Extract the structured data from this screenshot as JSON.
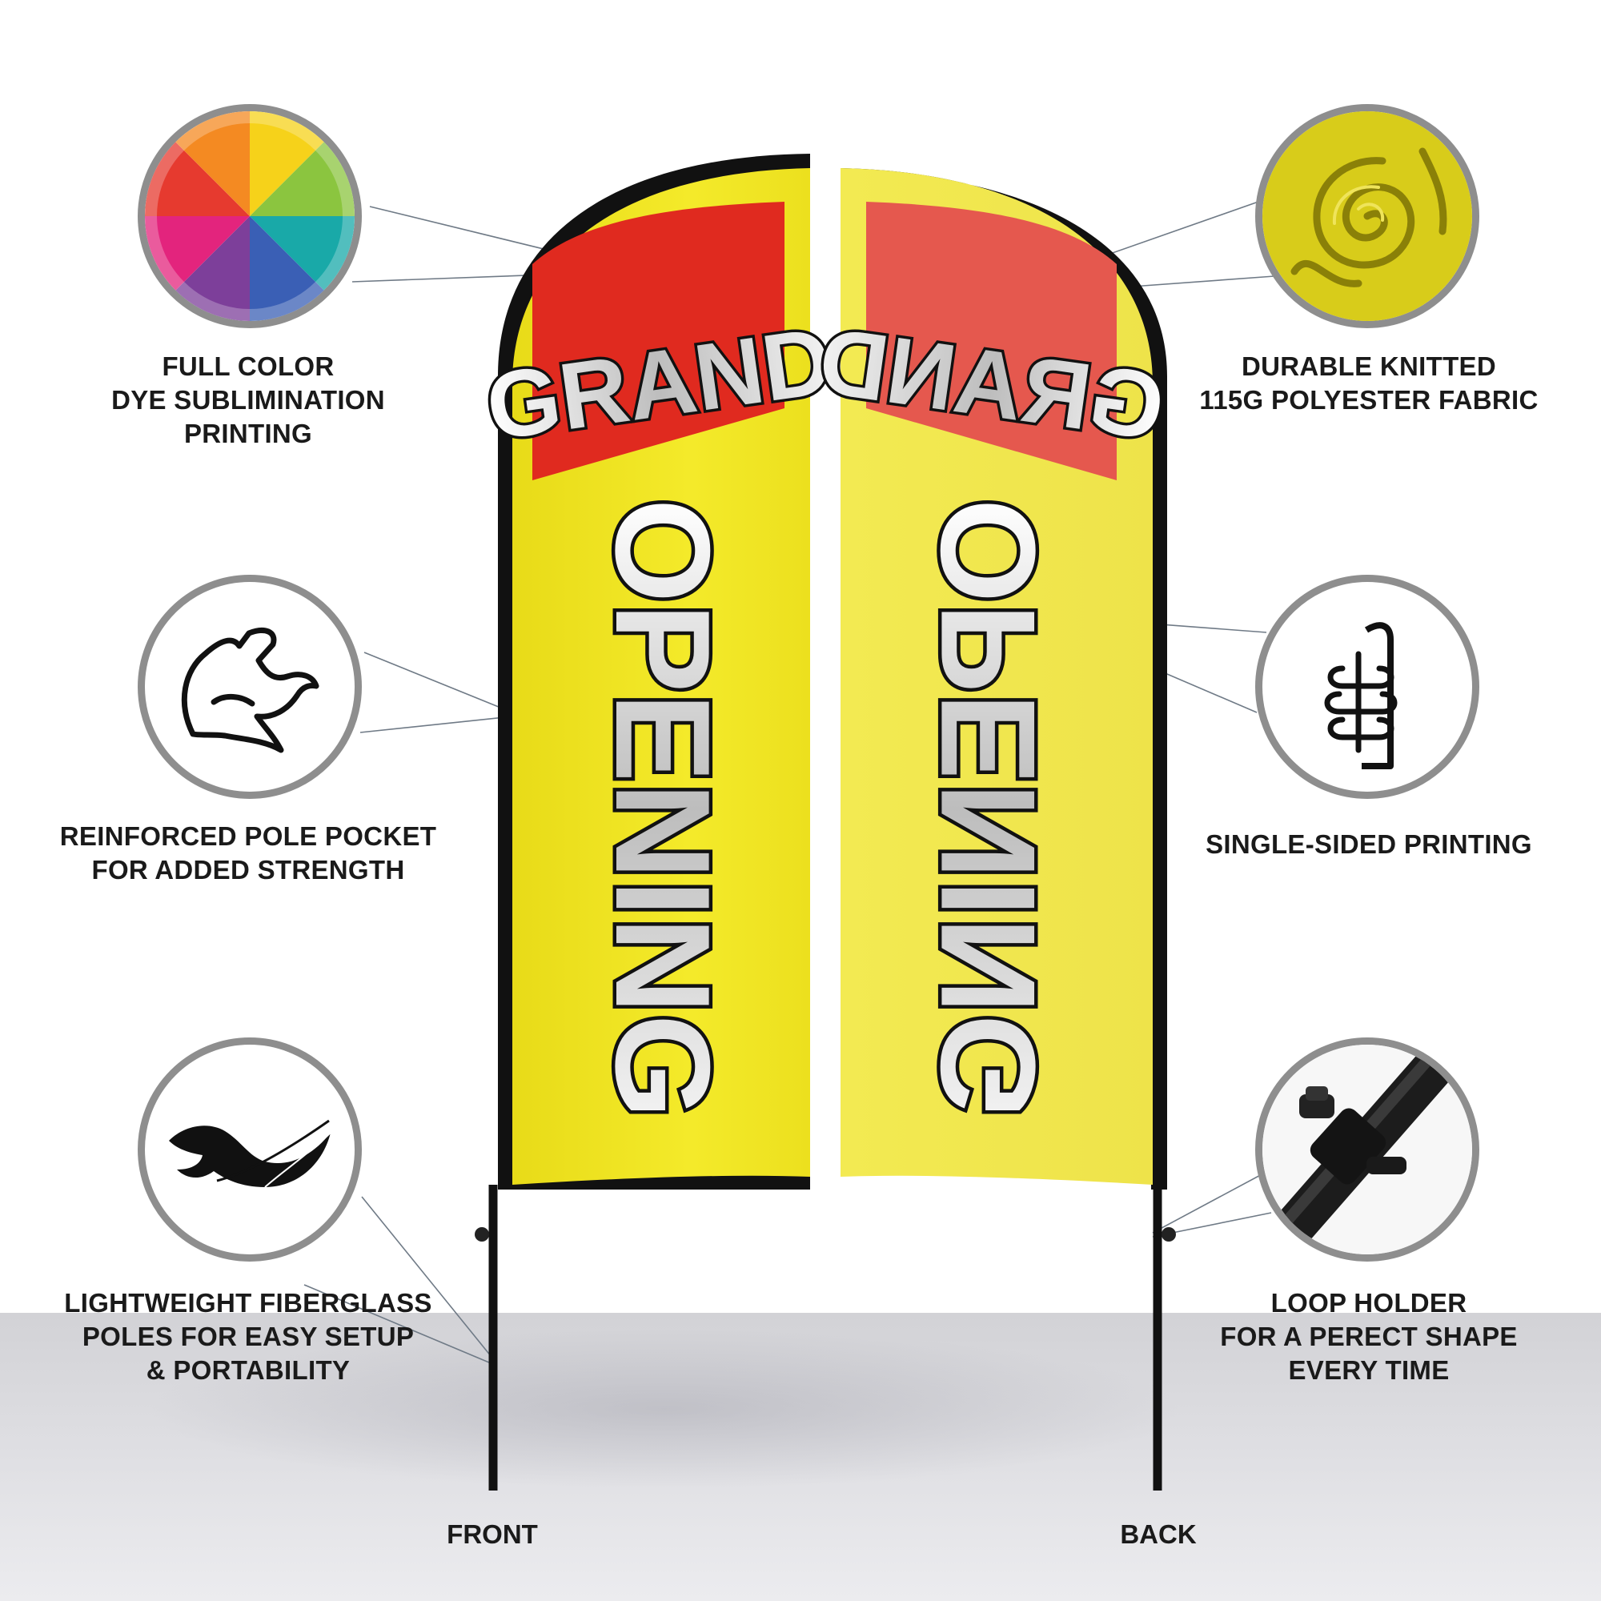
{
  "flag": {
    "word_top": "GRAND",
    "word_main": "OPENING",
    "colors": {
      "yellow": "#f1e61c",
      "red": "#e02a1f",
      "black": "#111111",
      "letter": "#e6e6e6"
    }
  },
  "features": {
    "full_color": {
      "lines": [
        "FULL COLOR",
        "DYE SUBLIMINATION",
        "PRINTING"
      ],
      "icon": "color-wheel-icon"
    },
    "pole_pocket": {
      "lines": [
        "REINFORCED POLE POCKET",
        "FOR ADDED STRENGTH"
      ],
      "icon": "flexed-arm-icon"
    },
    "fiberglass": {
      "lines": [
        "LIGHTWEIGHT FIBERGLASS",
        "POLES FOR EASY SETUP",
        "& PORTABILITY"
      ],
      "icon": "feather-icon"
    },
    "fabric": {
      "lines": [
        "DURABLE KNITTED",
        "115G POLYESTER FABRIC"
      ],
      "icon": "fabric-swirl-icon"
    },
    "single_sided": {
      "lines": [
        "SINGLE-SIDED PRINTING"
      ],
      "icon": "print-through-icon"
    },
    "loop_holder": {
      "lines": [
        "LOOP HOLDER",
        "FOR A PERECT SHAPE",
        "EVERY TIME"
      ],
      "icon": "loop-clip-icon"
    }
  },
  "views": {
    "front": "FRONT",
    "back": "BACK"
  }
}
